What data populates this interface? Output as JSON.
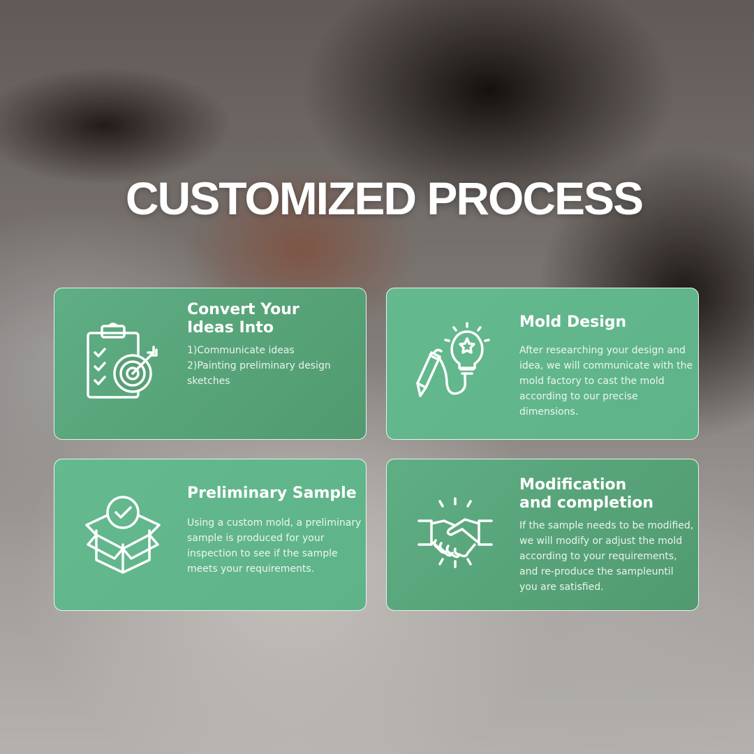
{
  "title": "CUSTOMIZED PROCESS",
  "cards": [
    {
      "heading_line1": "Convert Your",
      "heading_line2": "Ideas Into",
      "body_lines": [
        "1)Communicate ideas",
        "2)Painting preliminary design sketches"
      ],
      "icon": "clipboard-target-icon"
    },
    {
      "heading": "Mold Design",
      "body": "After researching your design and idea, we will communicate with the mold factory to cast the mold according to our precise dimensions.",
      "icon": "pencil-lightbulb-icon"
    },
    {
      "heading": "Preliminary Sample",
      "body": "Using a custom mold, a preliminary sample is produced for your inspection to see if the sample meets your requirements.",
      "icon": "box-checkmark-icon"
    },
    {
      "heading_line1": "Modification",
      "heading_line2": "and completion",
      "body": "If the sample needs to be modified, we will modify or adjust the mold according to your requirements, and re-produce the sampleuntil you are satisfied.",
      "icon": "handshake-icon"
    }
  ],
  "colors": {
    "card_green_dark": "#579f75",
    "card_green_light": "#62b68b",
    "text": "#ffffff"
  }
}
